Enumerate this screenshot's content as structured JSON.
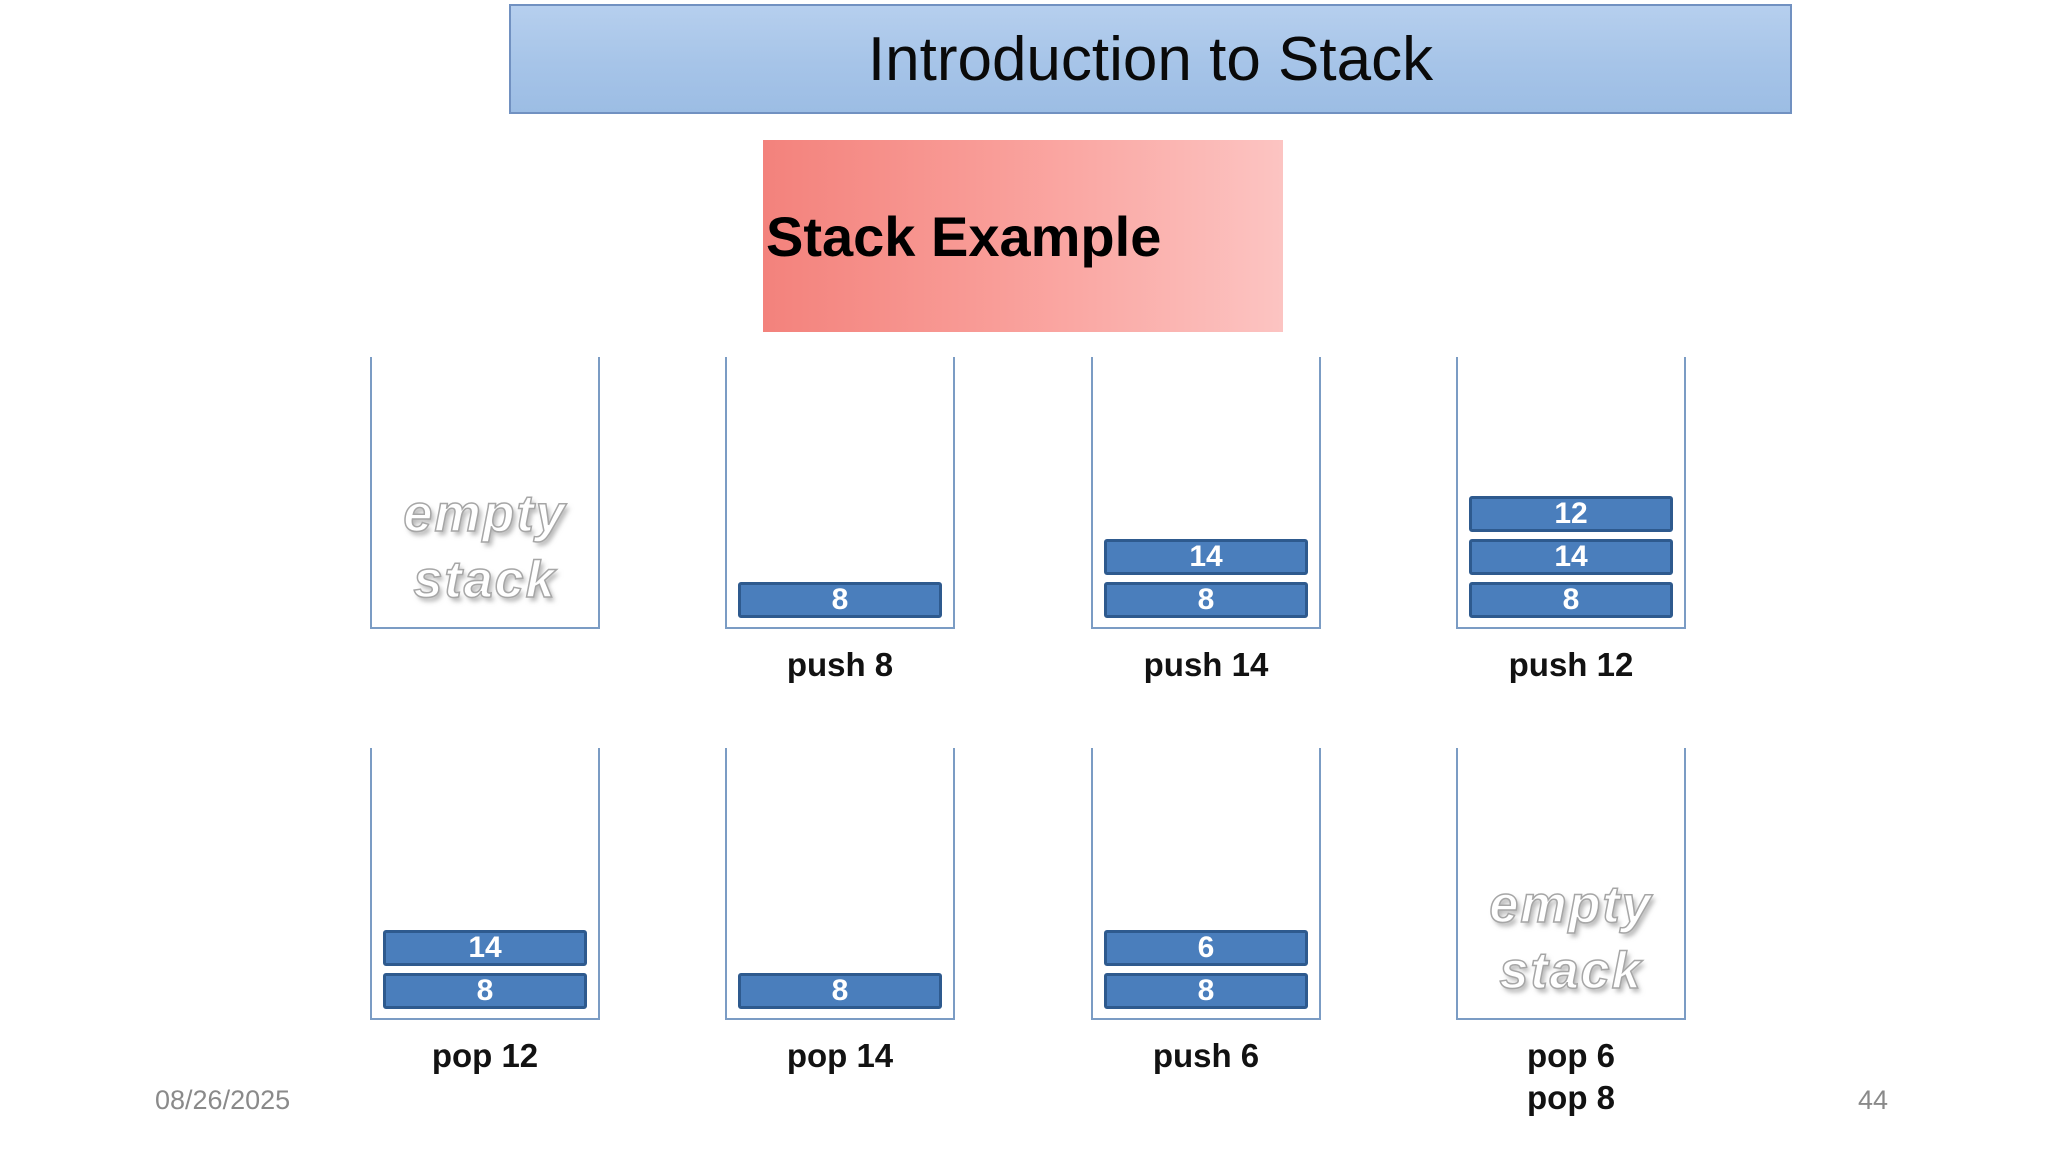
{
  "slide": {
    "title": "Introduction to Stack",
    "subtitle": "Stack Example",
    "date": "08/26/2025",
    "page_number": "44"
  },
  "colors": {
    "title_bar_fill": "#a6c4e8",
    "title_bar_border": "#7191c1",
    "subtitle_gradient_start": "#f3827c",
    "subtitle_gradient_end": "#fcc4c2",
    "stack_item_fill": "#4a7ebc",
    "stack_item_border": "#2e5a8e",
    "stack_container_border": "#7b9cc4",
    "footer_text_color": "#8a8a8a"
  },
  "stacks": [
    {
      "items": [],
      "labels": [],
      "watermark": [
        "empty",
        "stack"
      ]
    },
    {
      "items": [
        "8"
      ],
      "labels": [
        "push 8"
      ]
    },
    {
      "items": [
        "14",
        "8"
      ],
      "labels": [
        "push 14"
      ]
    },
    {
      "items": [
        "12",
        "14",
        "8"
      ],
      "labels": [
        "push 12"
      ]
    },
    {
      "items": [
        "14",
        "8"
      ],
      "labels": [
        "pop 12"
      ]
    },
    {
      "items": [
        "8"
      ],
      "labels": [
        "pop 14"
      ]
    },
    {
      "items": [
        "6",
        "8"
      ],
      "labels": [
        "push 6"
      ]
    },
    {
      "items": [],
      "labels": [
        "pop 6",
        "pop 8"
      ],
      "watermark": [
        "empty",
        "stack"
      ]
    }
  ]
}
